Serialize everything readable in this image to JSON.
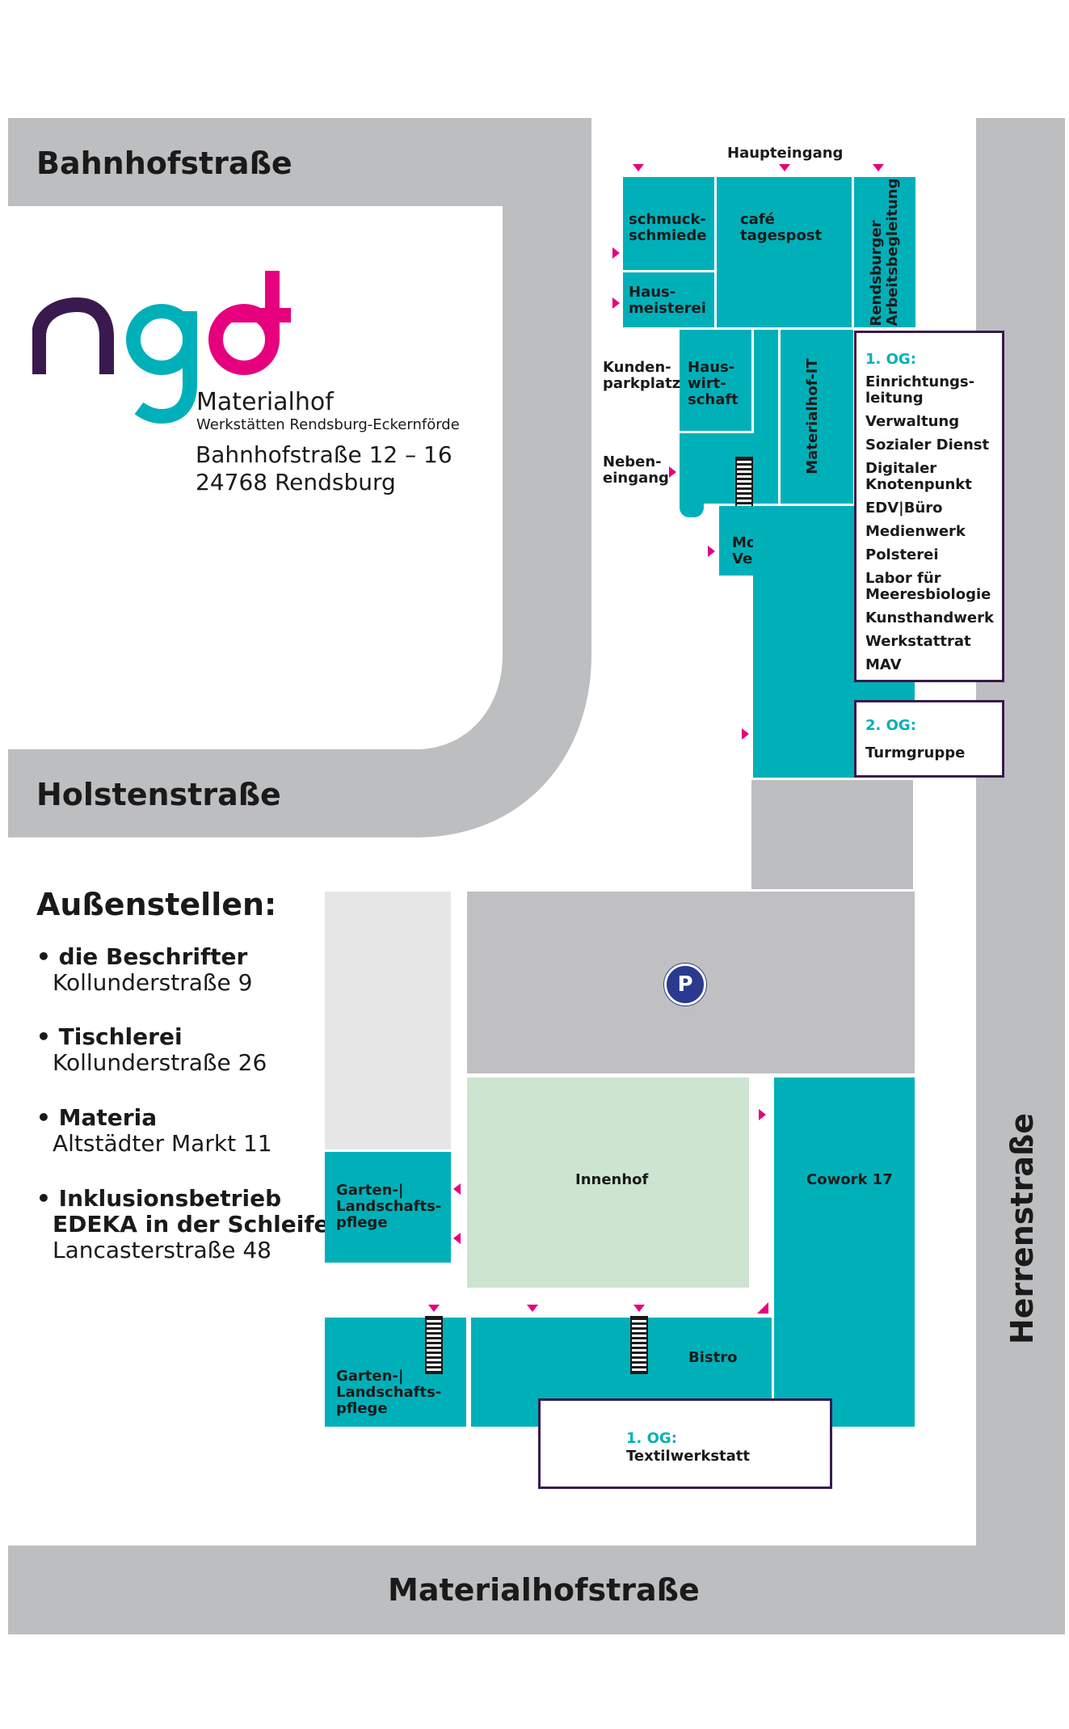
{
  "colors": {
    "teal": "#00b0b9",
    "street": "#bdbec0",
    "purple": "#3a1a4e",
    "magenta": "#e6007e",
    "courtyard": "#cde4d0",
    "parking": "#c0c0c2"
  },
  "streets": {
    "bahnhof": "Bahnhofstraße",
    "holsten": "Holstenstraße",
    "herren": "Herrenstraße",
    "materialhof": "Materialhofstraße"
  },
  "logo": {
    "name": "Materialhof",
    "subtitle": "Werkstätten Rendsburg-Eckernförde",
    "address_line1": "Bahnhofstraße 12 – 16",
    "address_line2": "24768 Rendsburg"
  },
  "outposts": {
    "heading": "Außenstellen:",
    "items": [
      {
        "name": "die Beschrifter",
        "address": "Kollunderstraße 9"
      },
      {
        "name": "Tischlerei",
        "address": "Kollunderstraße 26"
      },
      {
        "name": "Materia",
        "address": "Altstädter Markt 11"
      },
      {
        "name_line1": "Inklusionsbetrieb",
        "name_line2": "EDEKA in der Schleife",
        "address": "Lancasterstraße 48"
      }
    ]
  },
  "labels": {
    "haupteingang": "Haupteingang",
    "schmuck_1": "schmuck-",
    "schmuck_2": "schmiede",
    "cafe_1": "café",
    "cafe_2": "tagespost",
    "rendsburger_1": "Rendsburger",
    "rendsburger_2": "Arbeitsbegleitung",
    "haus_1": "Haus-",
    "haus_2": "meisterei",
    "kunden_1": "Kunden-",
    "kunden_2": "parkplatz",
    "hausw_1": "Haus-",
    "hausw_2": "wirt-",
    "hausw_3": "schaft",
    "it": "Materialhof-IT",
    "neben_1": "Neben-",
    "neben_2": "eingang",
    "montage_1": "Montage|",
    "montage_2": "Verpackung",
    "parking": "P",
    "innenhof": "Innenhof",
    "cowork": "Cowork 17",
    "garten_1": "Garten-|",
    "garten_2": "Landschafts-",
    "garten_3": "pflege",
    "bistro": "Bistro"
  },
  "og1": {
    "title": "1. OG:",
    "items": [
      "Einrichtungs-",
      "leitung",
      "Verwaltung",
      "Sozialer Dienst",
      "Digitaler",
      "Knotenpunkt",
      "EDV|Büro",
      "Medienwerk",
      "Polsterei",
      "Labor für",
      "Meeresbiologie",
      "Kunsthandwerk",
      "Werkstattrat",
      "MAV"
    ]
  },
  "og2": {
    "title": "2. OG:",
    "item": "Turmgruppe"
  },
  "textil": {
    "title": "1. OG:",
    "item": "Textilwerkstatt"
  }
}
